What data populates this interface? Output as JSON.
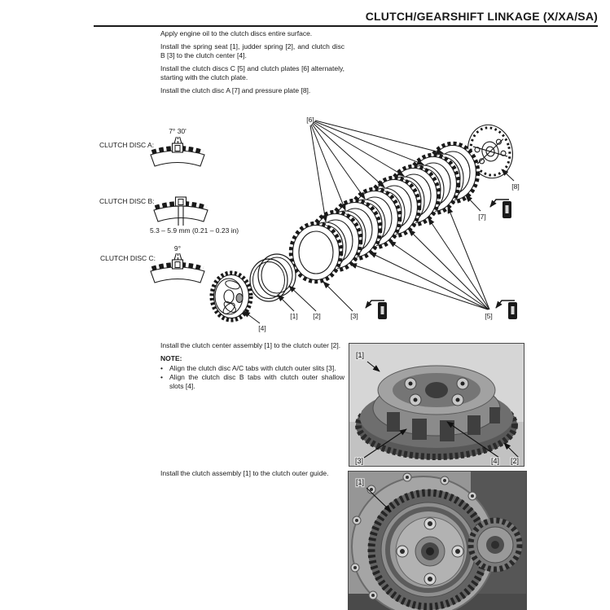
{
  "header": {
    "title": "CLUTCH/GEARSHIFT LINKAGE (X/XA/SA)"
  },
  "intro": {
    "para1": "Apply engine oil to the clutch discs entire surface.",
    "para2": "Install the spring seat [1], judder spring [2], and clutch disc B [3] to the clutch center [4].",
    "para3": "Install the clutch discs C [5] and clutch plates [6] alternately, starting with the clutch plate.",
    "para4": "Install the clutch disc A [7] and pressure plate [8]."
  },
  "disc_specs": {
    "a": {
      "label": "CLUTCH DISC A:",
      "dimension": "7° 30'"
    },
    "b": {
      "label": "CLUTCH DISC B:",
      "dimension": "5.3 – 5.9 mm (0.21 – 0.23 in)"
    },
    "c": {
      "label": "CLUTCH DISC C:",
      "dimension": "9°"
    }
  },
  "exploded": {
    "l1": "[1]",
    "l2": "[2]",
    "l3": "[3]",
    "l4": "[4]",
    "l5": "[5]",
    "l6": "[6]",
    "l7": "[7]",
    "l8": "[8]",
    "oil_icon": "oil-can"
  },
  "assembly": {
    "para": "Install the clutch center assembly [1] to the clutch outer [2].",
    "note_title": "NOTE:",
    "bullet_char": "•",
    "bullet1": "Align the clutch disc A/C tabs with clutch outer slits [3].",
    "bullet2": "Align the clutch disc B tabs with clutch outer shallow slots [4].",
    "photo": {
      "l1": "[1]",
      "l2": "[2]",
      "l3": "[3]",
      "l4": "[4]"
    }
  },
  "guide": {
    "para": "Install the clutch assembly [1] to the clutch outer guide.",
    "photo": {
      "l1": "[1]"
    }
  },
  "colors": {
    "ink": "#1a1a1a",
    "paper": "#ffffff"
  }
}
